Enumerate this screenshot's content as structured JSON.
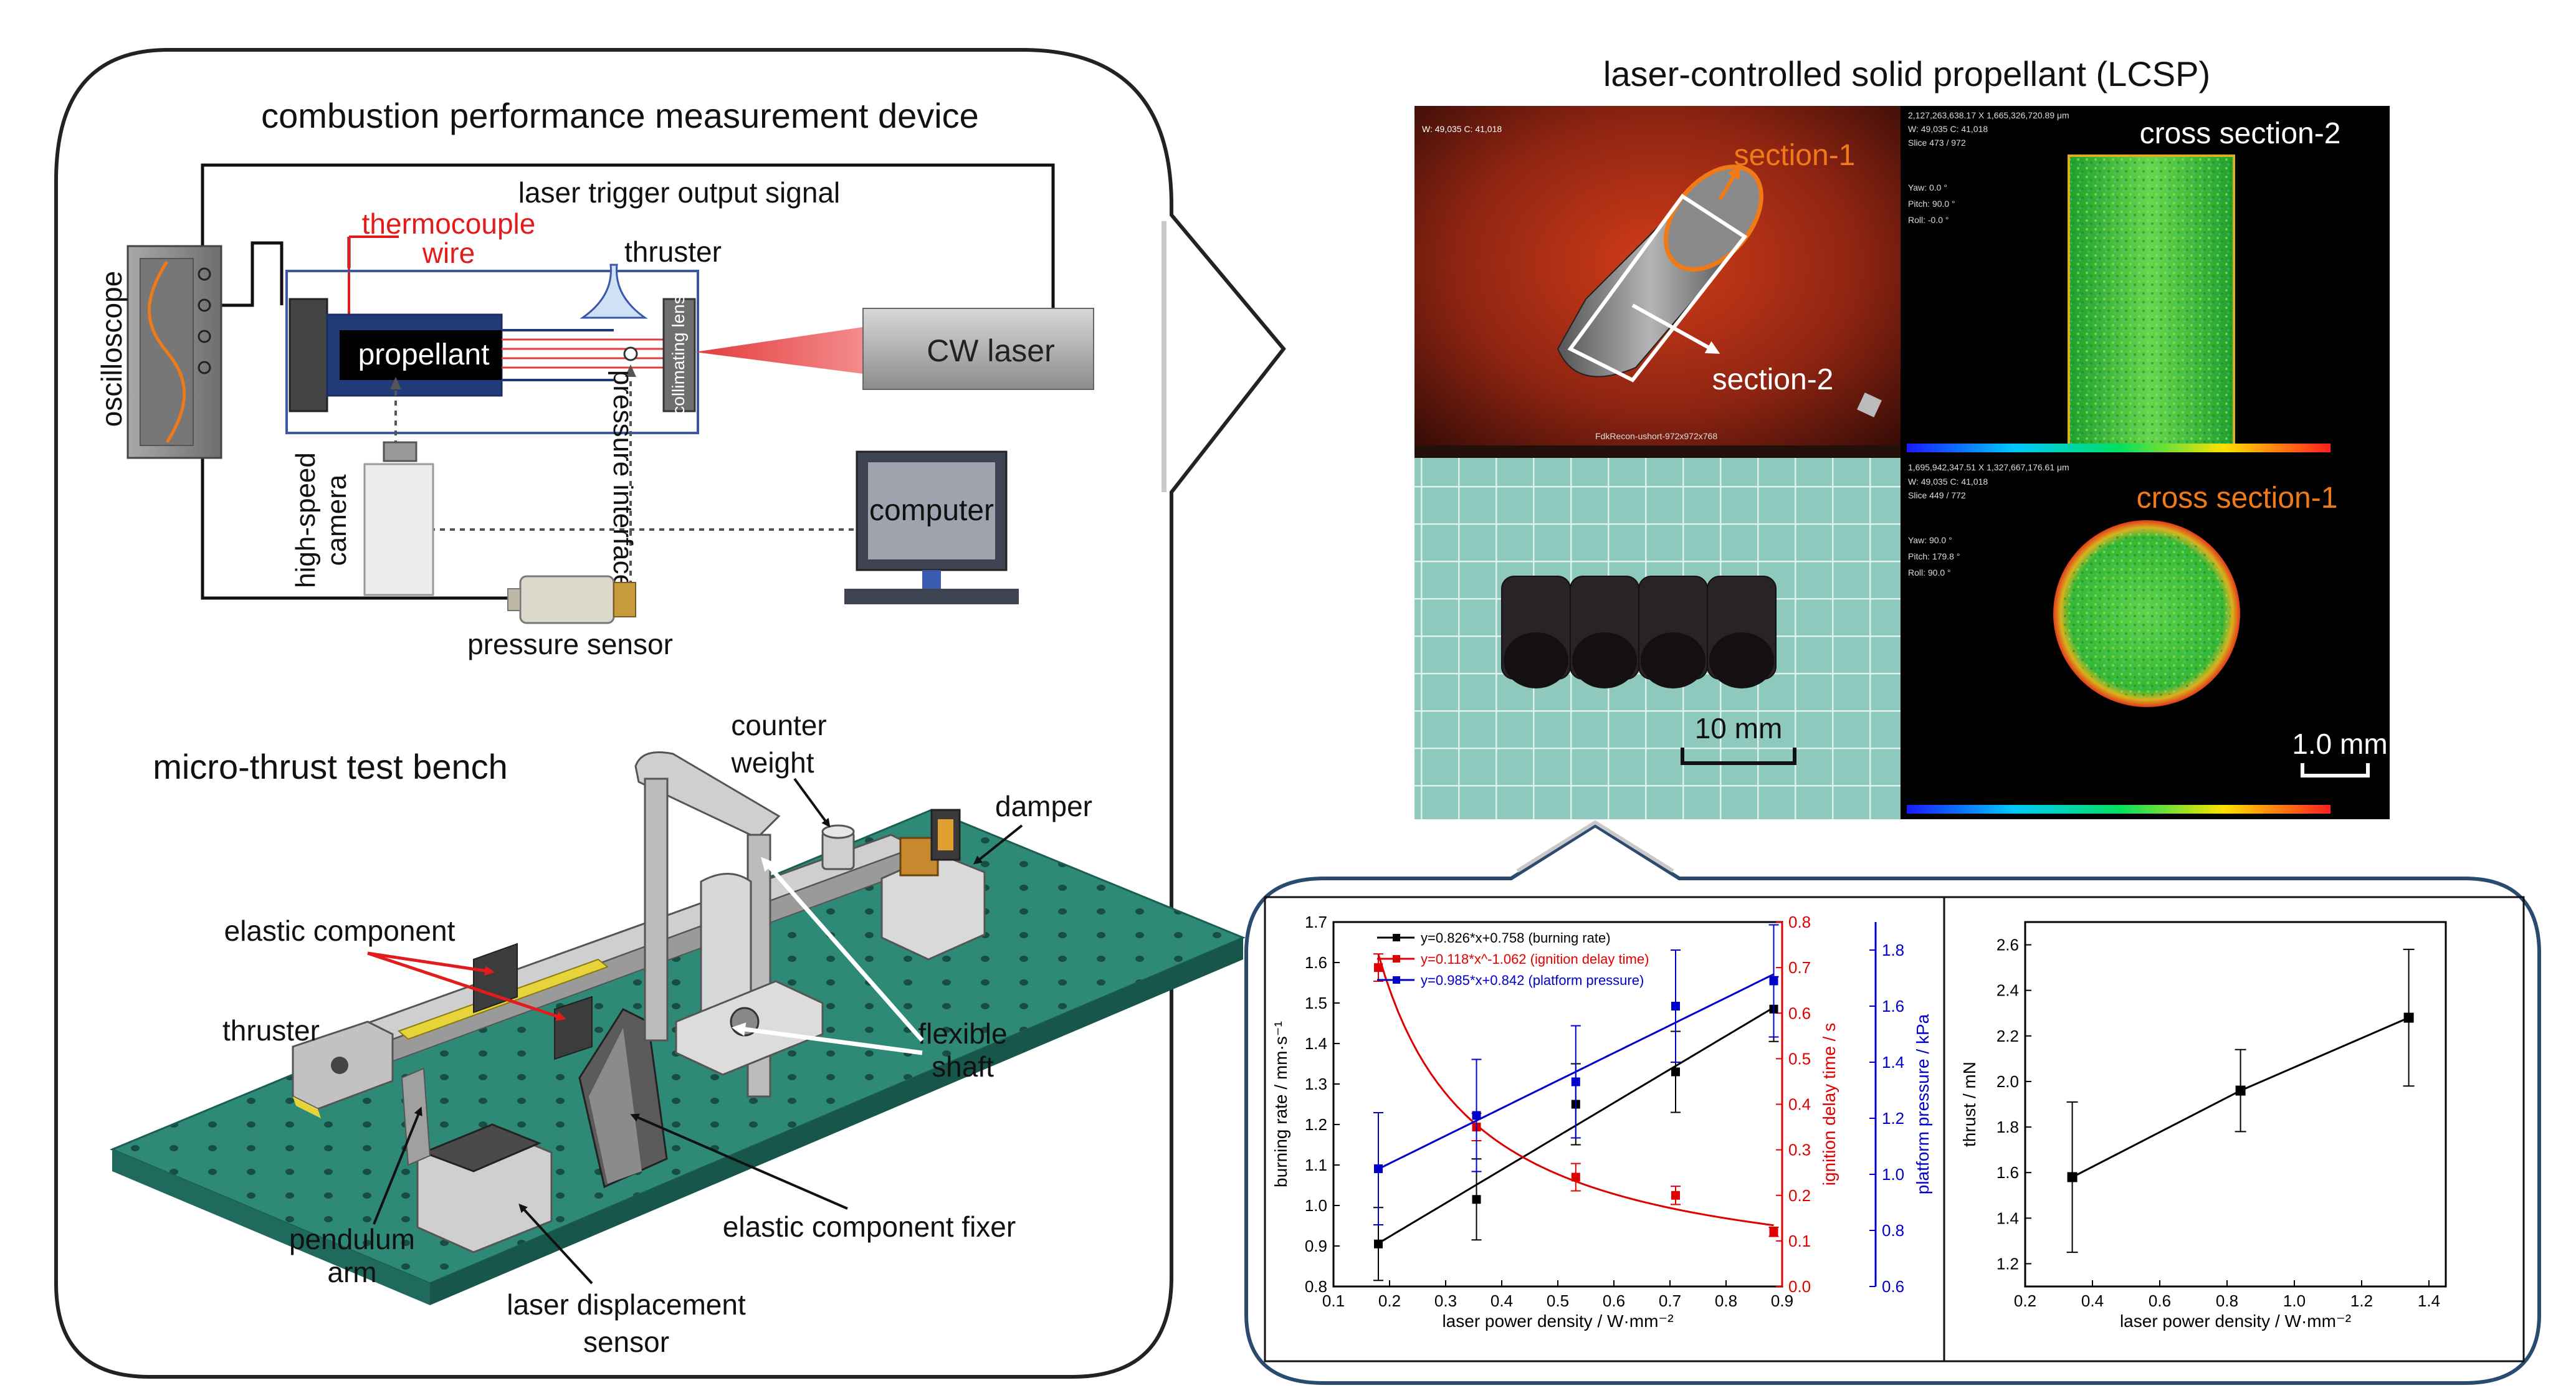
{
  "device": {
    "title": "combustion performance measurement device",
    "oscilloscope": "oscilloscope",
    "laser_trigger": "laser trigger output signal",
    "thermocouple_line1": "thermocouple",
    "thermocouple_line2": "wire",
    "thruster": "thruster",
    "propellant": "propellant",
    "collimating_lens": "collimating lens",
    "cw_laser": "CW laser",
    "pressure_interface": "pressure interface",
    "camera_line1": "high-speed",
    "camera_line2": "camera",
    "computer": "computer",
    "pressure_sensor": "pressure sensor"
  },
  "bench": {
    "title": "micro-thrust test bench",
    "counter_line1": "counter",
    "counter_line2": "weight",
    "damper": "damper",
    "elastic_component": "elastic component",
    "thruster": "thruster",
    "flexible_line1": "flexible",
    "flexible_line2": "shaft",
    "pendulum_line1": "pendulum",
    "pendulum_line2": "arm",
    "fixer": "elastic component fixer",
    "sensor_line1": "laser displacement",
    "sensor_line2": "sensor"
  },
  "lcsp": {
    "title": "laser-controlled solid propellant (LCSP)",
    "section1": "section-1",
    "section2": "section-2",
    "cross_section2": "cross section-2",
    "cross_section1": "cross section-1",
    "scale_10mm": "10 mm",
    "scale_1mm": "1.0 mm"
  },
  "chart_data": [
    {
      "type": "scatter",
      "xlabel": "laser power density / W·mm⁻²",
      "xlim": [
        0.1,
        0.9
      ],
      "xticks": [
        "0.1",
        "0.2",
        "0.3",
        "0.4",
        "0.5",
        "0.6",
        "0.7",
        "0.8",
        "0.9"
      ],
      "axes": {
        "burning": {
          "label": "burning rate / mm·s⁻¹",
          "lim": [
            0.8,
            1.7
          ],
          "ticks": [
            "0.8",
            "0.9",
            "1.0",
            "1.1",
            "1.2",
            "1.3",
            "1.4",
            "1.5",
            "1.6",
            "1.7"
          ],
          "color": "#000000"
        },
        "ignition": {
          "label": "ignition delay time / s",
          "lim": [
            0.0,
            0.8
          ],
          "ticks": [
            "0.0",
            "0.1",
            "0.2",
            "0.3",
            "0.4",
            "0.5",
            "0.6",
            "0.7",
            "0.8"
          ],
          "color": "#e00000"
        },
        "pressure": {
          "label": "platform pressure / kPa",
          "lim": [
            0.6,
            1.9
          ],
          "ticks": [
            "0.6",
            "0.8",
            "1.0",
            "1.2",
            "1.4",
            "1.6",
            "1.8"
          ],
          "color": "#0000cc"
        }
      },
      "legend": [
        "y=0.826*x+0.758 (burning rate)",
        "y=0.118*x^-1.062 (ignition delay time)",
        "y=0.985*x+0.842 (platform pressure)"
      ],
      "series": [
        {
          "axis": "burning",
          "x": [
            0.18,
            0.355,
            0.532,
            0.71,
            0.885
          ],
          "y": [
            0.905,
            1.015,
            1.25,
            1.33,
            1.485
          ],
          "err": [
            0.09,
            0.1,
            0.1,
            0.1,
            0.08
          ],
          "fit": "linear",
          "fit_a": 0.826,
          "fit_b": 0.758
        },
        {
          "axis": "ignition",
          "x": [
            0.18,
            0.355,
            0.532,
            0.71,
            0.885
          ],
          "y": [
            0.7,
            0.35,
            0.24,
            0.2,
            0.12
          ],
          "err": [
            0.03,
            0.03,
            0.03,
            0.02,
            0.01
          ],
          "fit": "power",
          "fit_a": 0.118,
          "fit_b": -1.062
        },
        {
          "axis": "pressure",
          "x": [
            0.18,
            0.355,
            0.532,
            0.71,
            0.885
          ],
          "y": [
            1.02,
            1.21,
            1.33,
            1.6,
            1.69
          ],
          "err": [
            0.2,
            0.2,
            0.2,
            0.2,
            0.2
          ],
          "fit": "linear",
          "fit_a": 0.985,
          "fit_b": 0.842
        }
      ]
    },
    {
      "type": "scatter",
      "xlabel": "laser power density / W·mm⁻²",
      "ylabel": "thrust / mN",
      "xlim": [
        0.2,
        1.45
      ],
      "ylim": [
        1.1,
        2.7
      ],
      "xticks": [
        "0.2",
        "0.4",
        "0.6",
        "0.8",
        "1.0",
        "1.2",
        "1.4"
      ],
      "yticks": [
        "1.2",
        "1.4",
        "1.6",
        "1.8",
        "2.0",
        "2.2",
        "2.4",
        "2.6"
      ],
      "series": [
        {
          "x": [
            0.34,
            0.84,
            1.34
          ],
          "y": [
            1.58,
            1.96,
            2.28
          ],
          "err": [
            0.33,
            0.18,
            0.3
          ]
        }
      ]
    }
  ]
}
